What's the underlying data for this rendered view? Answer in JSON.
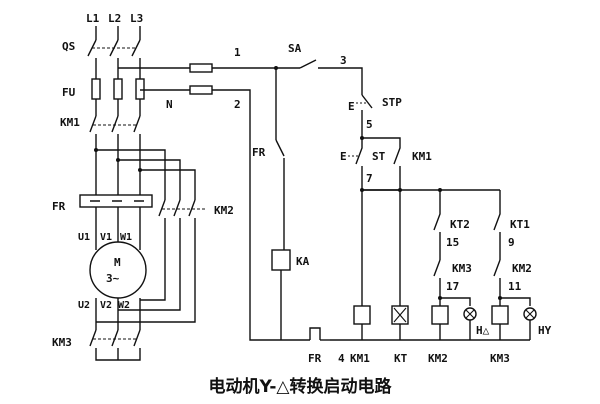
{
  "caption": "电动机Y-△转换启动电路",
  "labels": {
    "L1": "L1",
    "L2": "L2",
    "L3": "L3",
    "QS": "QS",
    "FU": "FU",
    "KM1_main": "KM1",
    "FR_main": "FR",
    "U1": "U1",
    "V1": "V1",
    "W1": "W1",
    "motor_M": "M",
    "motor_type": "3~",
    "U2": "U2",
    "V2": "V2",
    "W2": "W2",
    "KM2_main": "KM2",
    "KM3_main": "KM3",
    "wire_1": "1",
    "wire_N": "N",
    "wire_2": "2",
    "SA": "SA",
    "wire_3": "3",
    "STP": "STP",
    "wire_5": "5",
    "ST": "ST",
    "KM1_aux": "KM1",
    "wire_7": "7",
    "FR_ctrl": "FR",
    "KA": "KA",
    "KT2": "KT2",
    "wire_15": "15",
    "KM3_int": "KM3",
    "wire_17": "17",
    "KT1": "KT1",
    "wire_9": "9",
    "KM2_int": "KM2",
    "wire_11": "11",
    "E1": "E",
    "E2": "E",
    "HD": "H△",
    "HY": "HY",
    "FR_bottom": "FR",
    "wire_4": "4",
    "coil_KM1": "KM1",
    "coil_KT": "KT",
    "coil_KM2": "KM2",
    "coil_KM3": "KM3"
  }
}
